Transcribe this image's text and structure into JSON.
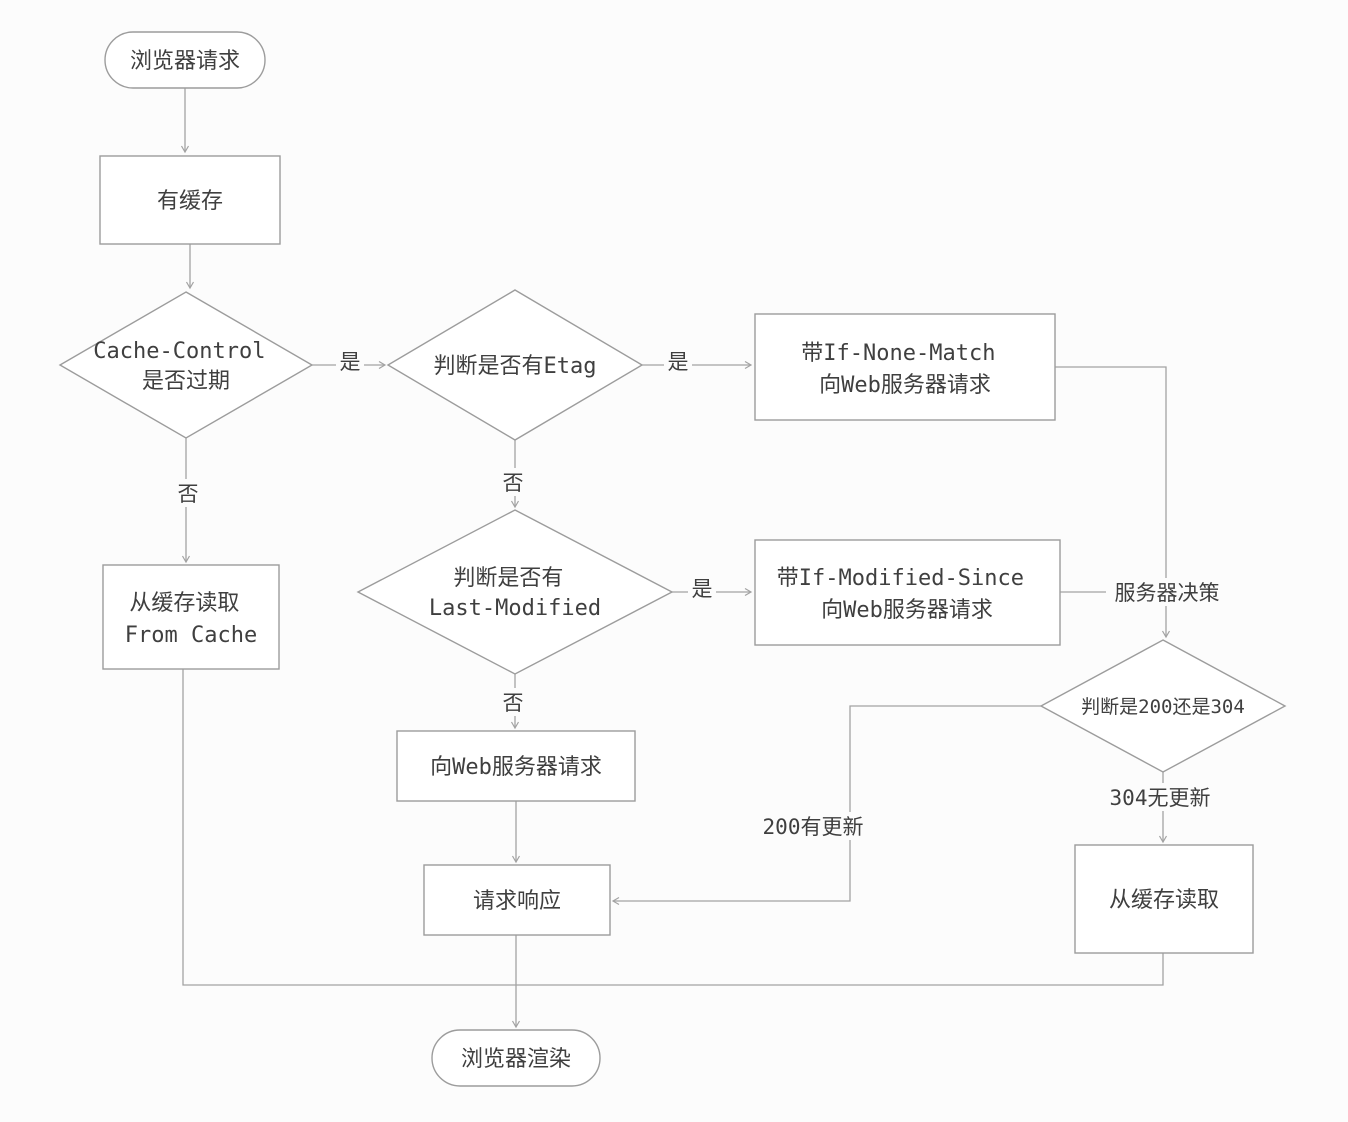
{
  "diagram": {
    "type": "flowchart",
    "topic": "browser-http-cache-decision-flow",
    "colors": {
      "line": "#a3a3a3",
      "shape_border": "#9c9c9c",
      "shape_fill": "#ffffff",
      "text": "#3f3f3f",
      "background": "#fcfcfc"
    },
    "nodes": {
      "start": {
        "label": "浏览器请求"
      },
      "has_cache": {
        "label": "有缓存"
      },
      "cache_control_expired": {
        "line1": "Cache-Control",
        "line2": "是否过期"
      },
      "etag_check": {
        "label": "判断是否有Etag"
      },
      "if_none_match_request": {
        "line1": "带If-None-Match",
        "line2": "向Web服务器请求"
      },
      "read_from_cache_left": {
        "line1": "从缓存读取",
        "line2": "From Cache"
      },
      "last_modified_check": {
        "line1": "判断是否有",
        "line2": "Last-Modified"
      },
      "if_modified_since_request": {
        "line1": "带If-Modified-Since",
        "line2": "向Web服务器请求"
      },
      "status_check": {
        "label": "判断是200还是304"
      },
      "web_request": {
        "label": "向Web服务器请求"
      },
      "request_response": {
        "label": "请求响应"
      },
      "read_from_cache_right": {
        "label": "从缓存读取"
      },
      "render": {
        "label": "浏览器渲染"
      }
    },
    "edge_labels": {
      "cache_control_yes": "是",
      "etag_yes": "是",
      "last_modified_yes": "是",
      "cache_control_no": "否",
      "etag_no": "否",
      "last_modified_no": "否",
      "server_decision": "服务器决策",
      "updated_200": "200有更新",
      "not_modified_304": "304无更新"
    }
  }
}
